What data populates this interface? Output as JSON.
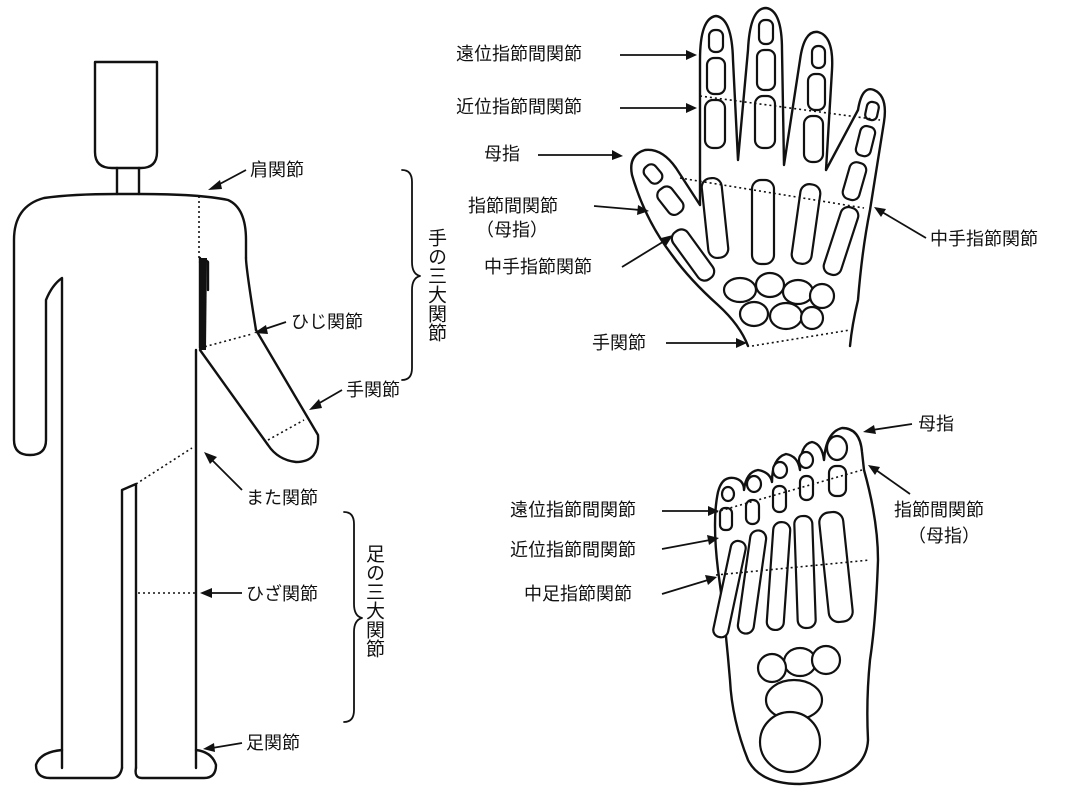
{
  "body": {
    "shoulder": "肩関節",
    "elbow": "ひじ関節",
    "wrist": "手関節",
    "hip": "また関節",
    "knee": "ひざ関節",
    "ankle": "足関節",
    "arm_group": "手の三大関節",
    "leg_group": "足の三大関節"
  },
  "hand": {
    "dip": "遠位指節間関節",
    "pip": "近位指節間関節",
    "thumb": "母指",
    "thumb_ip": "指節間関節",
    "thumb_ip_note": "（母指）",
    "thumb_mcp": "中手指節関節",
    "mcp": "中手指節関節",
    "wrist": "手関節"
  },
  "foot": {
    "big_toe": "母指",
    "dip": "遠位指節間関節",
    "pip": "近位指節間関節",
    "big_toe_ip": "指節間関節",
    "big_toe_ip_note": "（母指）",
    "mtp": "中足指節関節"
  }
}
